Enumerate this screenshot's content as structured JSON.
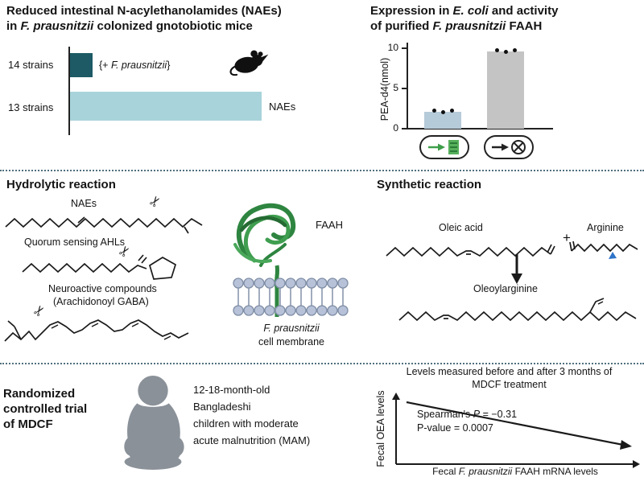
{
  "colors": {
    "bar_dark_teal": "#1d5a66",
    "bar_light_teal": "#a9d3da",
    "bar_blue_gray": "#b6cbd9",
    "bar_gray": "#c4c4c4",
    "protein_green": "#2e8540",
    "membrane_head": "#b7c2d8",
    "baby_gray": "#8a9199",
    "arginine_marker_blue": "#2e74c9"
  },
  "icons": {
    "scissors": "✂"
  },
  "panel_mice": {
    "title1": "Reduced intestinal N-acylethanolamides (NAEs)",
    "title2_pre": "in ",
    "title2_species": "F. prausnitzii",
    "title2_post": " colonized gnotobiotic mice",
    "bar1_label": "14 strains",
    "bar1_annotation_pre": "{+ ",
    "bar1_annotation_species": "F. prausnitzii",
    "bar1_annotation_post": "}",
    "bar2_label": "13 strains",
    "bar2_annotation": "NAEs"
  },
  "panel_ecoli": {
    "title1_pre": "Expression in ",
    "title1_species": "E. coli",
    "title1_post": "  and activity",
    "title2_pre": "of purified ",
    "title2_species": "F. prausnitzii",
    "title2_post": " FAAH",
    "ylabel": "PEA-d4(nmol)",
    "yticks": [
      "10",
      "5",
      "0"
    ]
  },
  "panel_hydrolytic": {
    "title": "Hydrolytic reaction",
    "label_naes": "NAEs",
    "label_ahls": "Quorum sensing AHLs",
    "label_neuro1": "Neuroactive compounds",
    "label_neuro2": "(Arachidonoyl GABA)",
    "label_faah": "FAAH",
    "membrane_species": "F. prausnitzii",
    "membrane_caption": "cell membrane"
  },
  "panel_synthetic": {
    "title": "Synthetic reaction",
    "label_oleic_acid": "Oleic acid",
    "plus": "+",
    "label_arginine": "Arginine",
    "label_product": "Oleoylarginine"
  },
  "panel_trial": {
    "title1": "Randomized",
    "title2": "controlled trial",
    "title3": "of MDCF",
    "desc1": "12-18-month-old",
    "desc2": "Bangladeshi",
    "desc3": "children with moderate",
    "desc4": "acute malnutrition (MAM)"
  },
  "panel_correlation": {
    "header1": "Levels measured before and after 3 months of",
    "header2": "MDCF treatment",
    "stat1_pre": "Spearman's ",
    "stat1_italic": "P",
    "stat1_post": " = −0.31",
    "stat2": "P-value = 0.0007",
    "ylabel": "Fecal  OEA levels",
    "xlabel_pre": "Fecal ",
    "xlabel_species": "F. prausnitzii",
    "xlabel_post": " FAAH mRNA levels"
  },
  "chart_data": [
    {
      "id": "naes-gnotobiotic-mice",
      "type": "bar",
      "orientation": "horizontal",
      "title": "Reduced intestinal N-acylethanolamides (NAEs) in F. prausnitzii colonized gnotobiotic mice",
      "categories": [
        "14 strains",
        "13 strains"
      ],
      "values_relative": [
        1,
        8.5
      ],
      "bar_annotations": [
        "{+ F. prausnitzii}",
        "NAEs"
      ],
      "note": "Schematic bars without numeric axis: NAE level low with F. prausnitzii (14 strains), high without it (13 strains)."
    },
    {
      "id": "faah-activity-ecoli",
      "type": "bar",
      "title": "Expression in E. coli and activity of purified F. prausnitzii FAAH",
      "categories": [
        "E. coli expressing F. prausnitzii FAAH",
        "control without FAAH"
      ],
      "values": [
        2.1,
        9.6
      ],
      "points": [
        [
          1.9,
          2.1,
          2.2
        ],
        [
          9.4,
          9.6,
          9.7
        ]
      ],
      "ylabel": "PEA-d4(nmol)",
      "ylim": [
        0,
        10
      ],
      "yticks": [
        0,
        5,
        10
      ]
    },
    {
      "id": "mdcf-correlation",
      "type": "line",
      "title": "Levels measured before and after 3 months of MDCF treatment",
      "xlabel": "Fecal F. prausnitzii FAAH mRNA levels",
      "ylabel": "Fecal OEA levels",
      "trend": "negative linear",
      "spearman_rho": -0.31,
      "p_value": 0.0007,
      "note": "Schematic downward trend line; axes have no numeric ticks."
    }
  ]
}
